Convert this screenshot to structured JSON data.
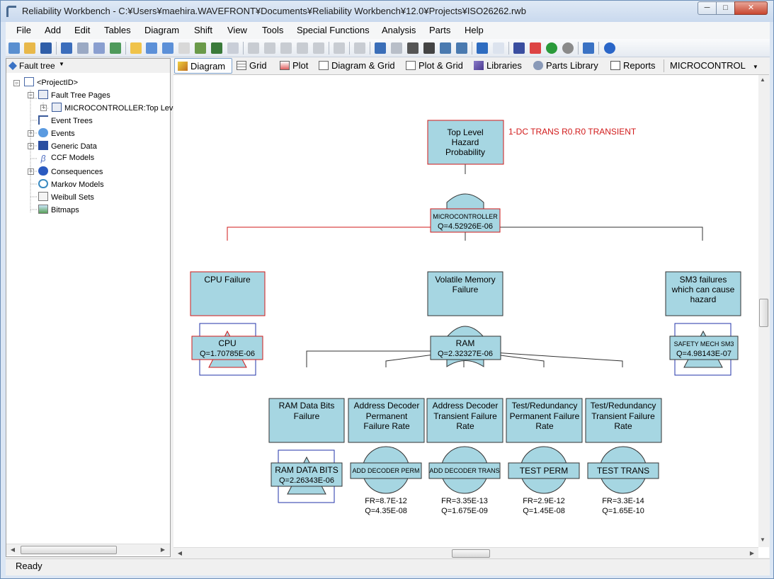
{
  "window": {
    "title": "Reliability Workbench - C:¥Users¥maehira.WAVEFRONT¥Documents¥Reliability Workbench¥12.0¥Projects¥ISO26262.rwb",
    "minimize": "─",
    "maximize": "□",
    "close": "✕"
  },
  "menu": [
    {
      "label": "File"
    },
    {
      "label": "Add"
    },
    {
      "label": "Edit"
    },
    {
      "label": "Tables"
    },
    {
      "label": "Diagram"
    },
    {
      "label": "Shift"
    },
    {
      "label": "View"
    },
    {
      "label": "Tools"
    },
    {
      "label": "Special Functions"
    },
    {
      "label": "Analysis"
    },
    {
      "label": "Parts"
    },
    {
      "label": "Help"
    }
  ],
  "left_panel": {
    "header": "Fault tree",
    "tree": [
      {
        "label": "<ProjectID>"
      },
      {
        "label": "Fault Tree Pages"
      },
      {
        "label": "MICROCONTROLLER:Top Leve"
      },
      {
        "label": "Event Trees"
      },
      {
        "label": "Events"
      },
      {
        "label": "Generic Data"
      },
      {
        "label": "CCF Models"
      },
      {
        "label": "Consequences"
      },
      {
        "label": "Markov Models"
      },
      {
        "label": "Weibull Sets"
      },
      {
        "label": "Bitmaps"
      }
    ]
  },
  "tabs": [
    {
      "label": "Diagram"
    },
    {
      "label": "Grid"
    },
    {
      "label": "Plot"
    },
    {
      "label": "Diagram & Grid"
    },
    {
      "label": "Plot & Grid"
    },
    {
      "label": "Libraries"
    },
    {
      "label": "Parts Library"
    },
    {
      "label": "Reports"
    }
  ],
  "page_selector": "MICROCONTROL",
  "diagram": {
    "annotation": "1-DC TRANS R0.R0 TRANSIENT",
    "colors": {
      "fill": "#a6d6e2",
      "highlight": "#d11a1a"
    },
    "top": {
      "line1": "Top Level",
      "line2": "Hazard",
      "line3": "Probability",
      "gate": "MICROCONTROLLER",
      "q": "Q=4.52926E-06"
    },
    "cpu": {
      "title": "CPU Failure",
      "gate": "CPU",
      "q": "Q=1.70785E-06"
    },
    "vm": {
      "line1": "Volatile Memory",
      "line2": "Failure",
      "gate": "RAM",
      "q": "Q=2.32327E-06"
    },
    "sm3": {
      "line1": "SM3 failures",
      "line2": "which can cause",
      "line3": "hazard",
      "gate": "SAFETY MECH SM3",
      "q": "Q=4.98143E-07"
    },
    "ram_bits": {
      "line1": "RAM Data Bits",
      "line2": "Failure",
      "gate": "RAM DATA BITS",
      "q": "Q=2.26343E-06"
    },
    "addr_perm": {
      "line1": "Address Decoder",
      "line2": "Permanent",
      "line3": "Failure Rate",
      "gate": "ADD DECODER PERM",
      "fr": "FR=8.7E-12",
      "q": "Q=4.35E-08"
    },
    "addr_trans": {
      "line1": "Address Decoder",
      "line2": "Transient Failure",
      "line3": "Rate",
      "gate": "ADD DECODER TRANS",
      "fr": "FR=3.35E-13",
      "q": "Q=1.675E-09"
    },
    "test_perm": {
      "line1": "Test/Redundancy",
      "line2": "Permanent Failure",
      "line3": "Rate",
      "gate": "TEST PERM",
      "fr": "FR=2.9E-12",
      "q": "Q=1.45E-08"
    },
    "test_trans": {
      "line1": "Test/Redundancy",
      "line2": "Transient Failure",
      "line3": "Rate",
      "gate": "TEST TRANS",
      "fr": "FR=3.3E-14",
      "q": "Q=1.65E-10"
    }
  },
  "status": "Ready"
}
